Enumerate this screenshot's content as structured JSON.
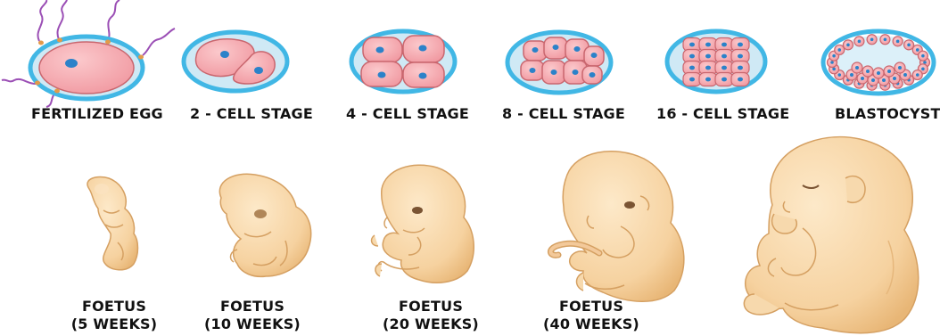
{
  "colors": {
    "membrane": "#41b7e5",
    "membrane_inner": "#cfe9f5",
    "cell_fill": "#f4a7ad",
    "cell_stroke": "#c9666e",
    "nucleus": "#2b82c9",
    "skin": "#f7d9ad",
    "skin_shadow": "#e6b77c",
    "skin_stroke": "#d5a062",
    "sperm_tail": "#9b4fb5",
    "label_text": "#111111"
  },
  "cell_stages": [
    {
      "label": "FERTILIZED EGG",
      "icon": "fertilized-egg-icon"
    },
    {
      "label": "2 - CELL STAGE",
      "icon": "two-cell-icon"
    },
    {
      "label": "4 - CELL STAGE",
      "icon": "four-cell-icon"
    },
    {
      "label": "8 - CELL STAGE",
      "icon": "eight-cell-icon"
    },
    {
      "label": "16 - CELL STAGE",
      "icon": "sixteen-cell-icon"
    },
    {
      "label": "BLASTOCYST",
      "icon": "blastocyst-icon"
    }
  ],
  "foetus_stages": [
    {
      "line1": "FOETUS",
      "line2": "(5 WEEKS)",
      "icon": "foetus-5-weeks-icon"
    },
    {
      "line1": "FOETUS",
      "line2": "(10 WEEKS)",
      "icon": "foetus-10-weeks-icon"
    },
    {
      "line1": "FOETUS",
      "line2": "(20 WEEKS)",
      "icon": "foetus-20-weeks-icon"
    },
    {
      "line1": "FOETUS",
      "line2": "(40 WEEKS)",
      "icon": "foetus-40-weeks-icon"
    },
    {
      "icon": "foetus-full-term-icon"
    }
  ]
}
